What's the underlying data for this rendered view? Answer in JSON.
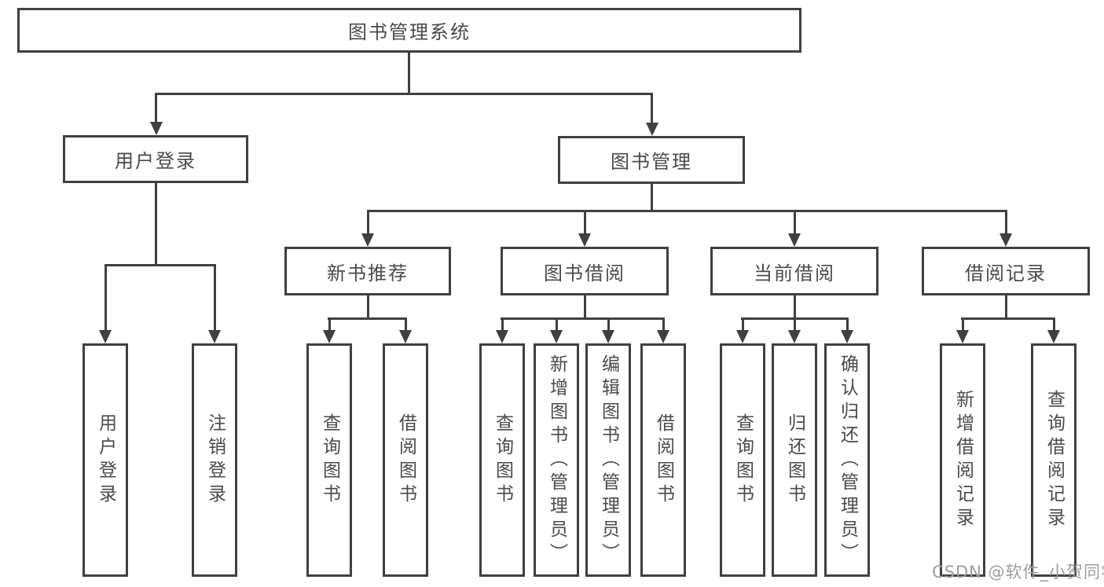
{
  "diagram": {
    "root": {
      "label": "图书管理系统"
    },
    "level2": [
      {
        "label": "用户登录"
      },
      {
        "label": "图书管理"
      }
    ],
    "level3": [
      {
        "label": "新书推荐"
      },
      {
        "label": "图书借阅"
      },
      {
        "label": "当前借阅"
      },
      {
        "label": "借阅记录"
      }
    ],
    "leaves": {
      "user_login": [
        "用户登录",
        "注销登录"
      ],
      "new_book": [
        "查询图书",
        "借阅图书"
      ],
      "book_borrow": [
        "查询图书",
        "新增图书（管理员）",
        "编辑图书（管理员）",
        "借阅图书"
      ],
      "current_borrow": [
        "查询图书",
        "归还图书",
        "确认归还（管理员）"
      ],
      "borrow_record": [
        "新增借阅记录",
        "查询借阅记录"
      ]
    },
    "watermark": "CSDN @软件_小贺同学",
    "colors": {
      "line": "#404040",
      "box_border": "#404040",
      "text": "#4a4a4a",
      "watermark": "#9e9e9e",
      "background": "#ffffff"
    }
  }
}
